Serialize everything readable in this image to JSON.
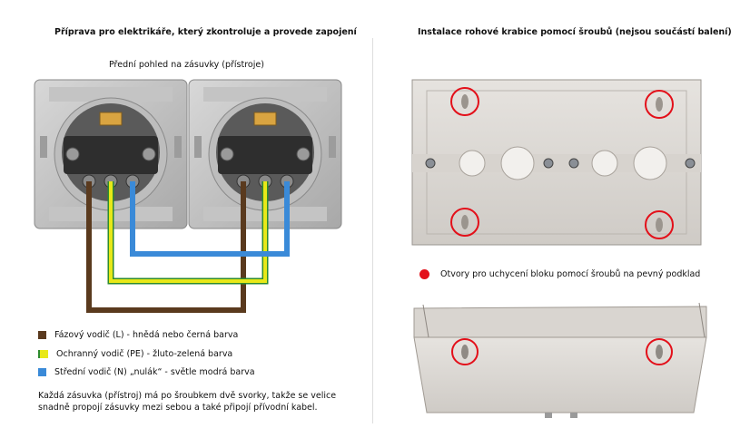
{
  "left": {
    "title": "Příprava pro elektrikáře, který zkontroluje a provede zapojení",
    "view_label": "Přední pohled na zásuvky (přístroje)",
    "legend": [
      {
        "label": "Fázový vodič (L) - hnědá nebo černá barva",
        "color": "#5a3a1e"
      },
      {
        "label": "Ochranný vodič (PE) - žluto-zelená barva",
        "color": "#e8e818"
      },
      {
        "label": "Střední vodič (N) „nulák“ - světle modrá barva",
        "color": "#3a8ad8"
      }
    ],
    "note": "Každá zásuvka (přístroj) má po šroubkem dvě svorky, takže se velice snadně propojí zásuvky mezi sebou a také připojí přívodní kabel."
  },
  "right": {
    "title": "Instalace rohové krabice pomocí šroubů (nejsou součástí balení)",
    "hole_legend": "Otvory pro uchycení bloku pomocí šroubů na pevný podklad",
    "hole_color": "#e3101a"
  }
}
